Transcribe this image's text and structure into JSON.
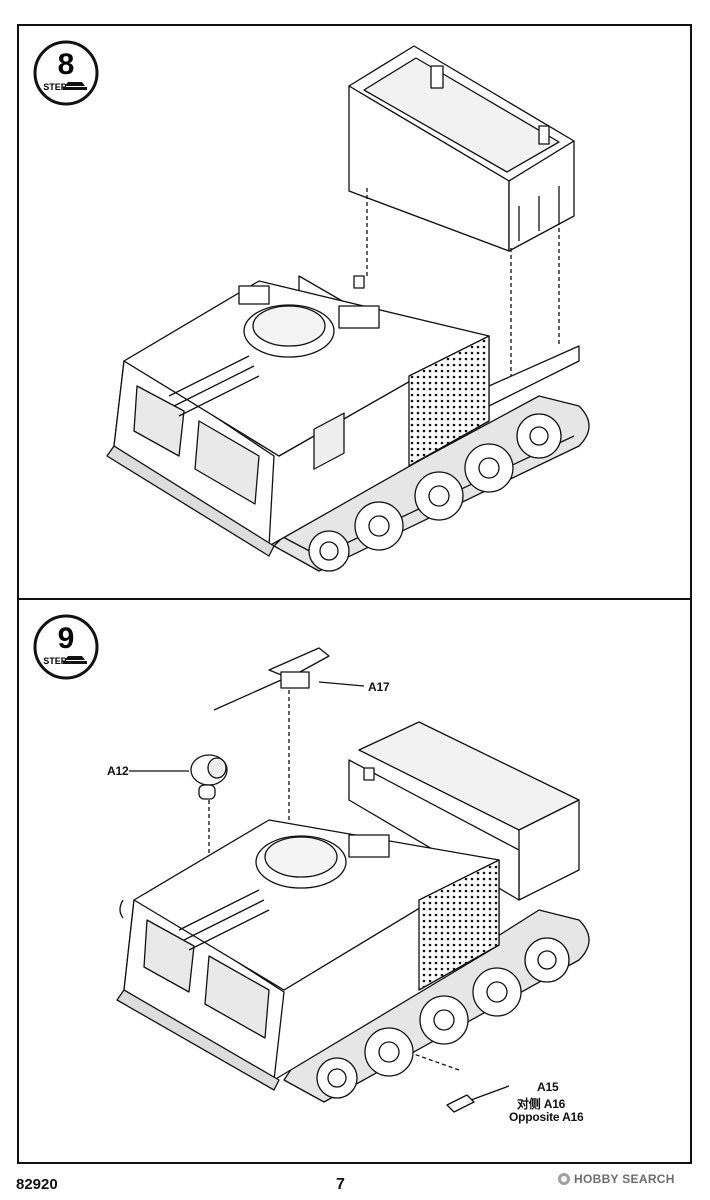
{
  "steps": [
    {
      "number": "8",
      "label": "STEP"
    },
    {
      "number": "9",
      "label": "STEP"
    }
  ],
  "parts": {
    "a17": "A17",
    "a12": "A12",
    "a15": "A15",
    "a15_note_cn": "对侧 A16",
    "a15_note_en": "Opposite A16"
  },
  "footer": {
    "code": "82920",
    "page": "7",
    "watermark": "HOBBY SEARCH"
  }
}
